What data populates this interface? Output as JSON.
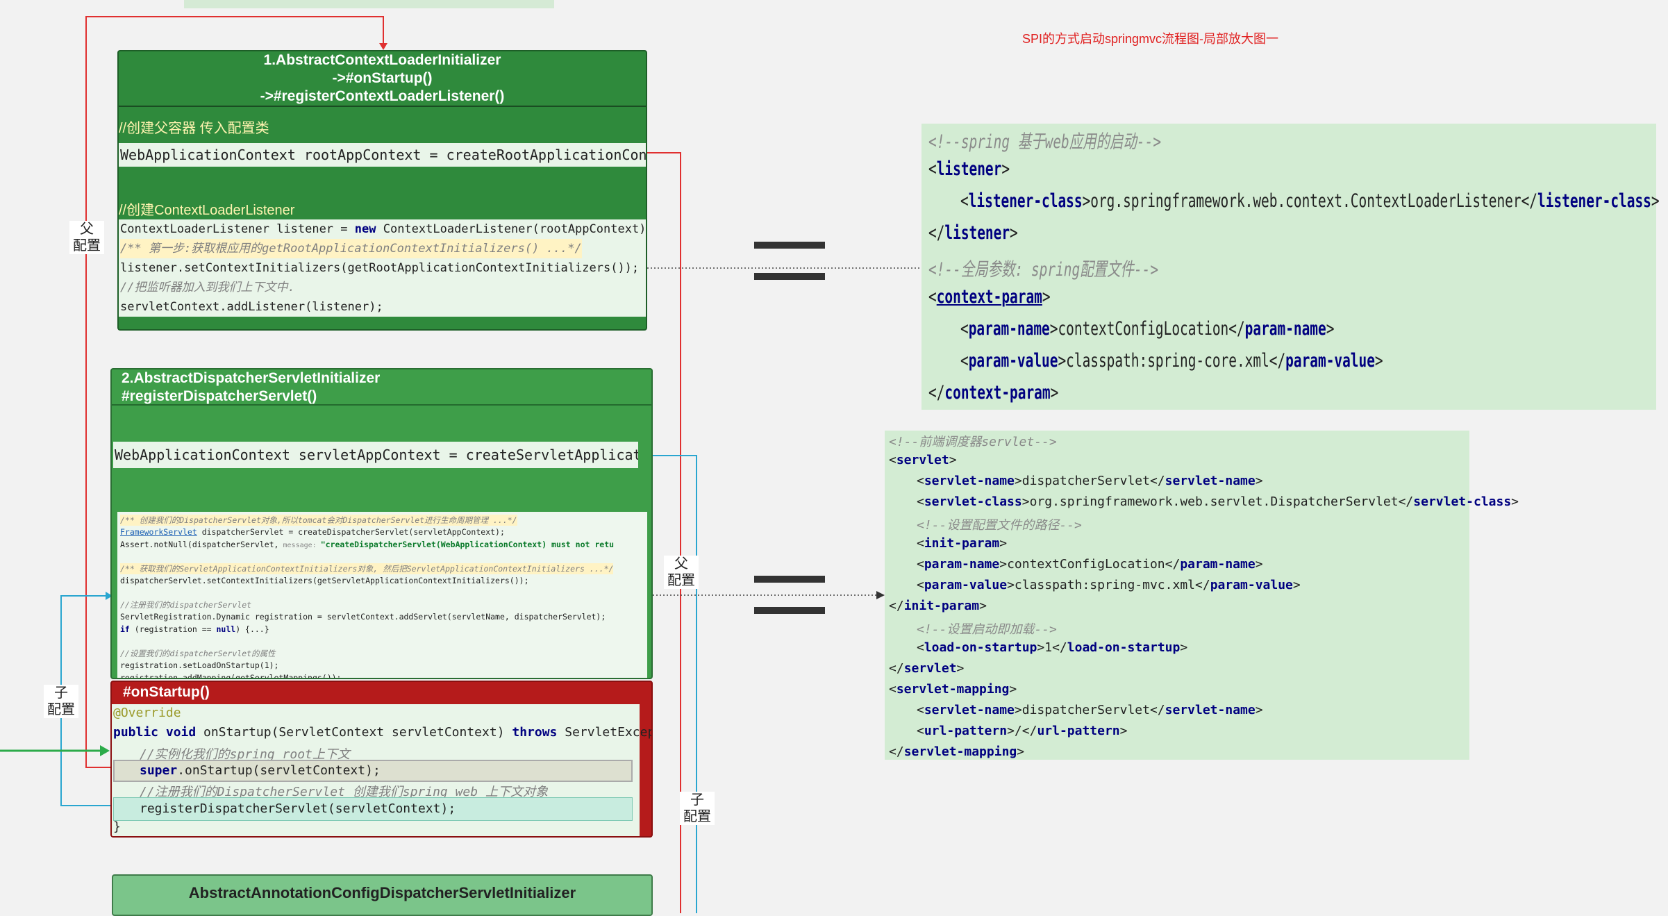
{
  "title": "SPI的方式启动springmvc流程图-局部放大图一",
  "box1": {
    "header": [
      "1.AbstractContextLoaderInitializer",
      "->#onStartup()",
      "->#registerContextLoaderListener()"
    ],
    "comment1": "//创建父容器 传入配置类",
    "code1": "WebApplicationContext rootAppContext = createRootApplicationContext();",
    "comment2": "//创建ContextLoaderListener",
    "lines": {
      "l1a": "ContextLoaderListener listener = ",
      "l1kw": "new",
      "l1b": " ContextLoaderListener(rootAppContext);",
      "l2": "/** 第一步:获取根应用的getRootApplicationContextInitializers() ...*/",
      "l3": "listener.setContextInitializers(getRootApplicationContextInitializers());",
      "l4": "//把监听器加入到我们上下文中.",
      "l5": "servletContext.addListener(listener);"
    }
  },
  "box2": {
    "header": [
      "2.AbstractDispatcherServletInitializer",
      "#registerDispatcherServlet()"
    ],
    "code1": "WebApplicationContext servletAppContext = createServletApplicationContext();",
    "lines": {
      "s1": "/** 创建我们的DispatcherServlet对象,所以tomcat会对DispatcherServlet进行生命周期管理 ...*/",
      "s2a": "FrameworkServlet",
      "s2b": " dispatcherServlet = createDispatcherServlet(servletAppContext);",
      "s3a": "Assert.notNull(dispatcherServlet,",
      "s3m": " message: ",
      "s3b": "\"createDispatcherServlet(WebApplicationContext) must not retu",
      "s4": "/** 获取我们的ServletApplicationContextInitializers对象, 然后把ServletApplicationContextInitializers ...*/",
      "s5": "dispatcherServlet.setContextInitializers(getServletApplicationContextInitializers());",
      "s6": "//注册我们的dispatcherServlet",
      "s7": "ServletRegistration.Dynamic registration = servletContext.addServlet(servletName, dispatcherServlet);",
      "s8a": "if",
      "s8b": " (registration == ",
      "s8c": "null",
      "s8d": ") {...}",
      "s9": "//设置我们的dispatcherServlet的属性",
      "s10": "registration.setLoadOnStartup(1);",
      "s11": "registration.addMapping(getServletMappings());"
    }
  },
  "box3": {
    "header": "#onStartup()",
    "lines": {
      "o1": "@Override",
      "o2a": "public void",
      "o2b": " onStartup(ServletContext servletContext) ",
      "o2c": "throws",
      "o2d": " ServletException {",
      "o3": "//实例化我们的spring root上下文",
      "o4a": "super",
      "o4b": ".onStartup(servletContext);",
      "o5": "//注册我们的DispatcherServlet   创建我们spring web 上下文对象",
      "o6": "registerDispatcherServlet(servletContext);",
      "o7": "}"
    }
  },
  "box4": {
    "header": "AbstractAnnotationConfigDispatcherServletInitializer"
  },
  "labels": {
    "parent1": [
      "父",
      "配置"
    ],
    "parent2": [
      "父",
      "配置"
    ],
    "child1": [
      "子",
      "配置"
    ],
    "child2": [
      "子",
      "配置"
    ]
  },
  "xml1": {
    "c1": "<!--spring 基于web应用的启动-->",
    "listener_open_a": "<",
    "listener": "listener",
    "gt": ">",
    "lt": "<",
    "lts": "</",
    "listener_class": "listener-class",
    "listener_class_value": "org.springframework.web.context.ContextLoaderListener",
    "c2": "<!--全局参数: spring配置文件-->",
    "context_param": "context-param",
    "param_name": "param-name",
    "param_name_value": "contextConfigLocation",
    "param_value": "param-value",
    "param_value_value": "classpath:spring-core.xml"
  },
  "xml2": {
    "c1": "<!--前端调度器servlet-->",
    "servlet": "servlet",
    "servlet_name": "servlet-name",
    "servlet_name_value": "dispatcherServlet",
    "servlet_class": "servlet-class",
    "servlet_class_value": "org.springframework.web.servlet.DispatcherServlet",
    "c2": "<!--设置配置文件的路径-->",
    "init_param": "init-param",
    "param_name": "param-name",
    "param_name_value": "contextConfigLocation",
    "param_value": "param-value",
    "param_value_value": "classpath:spring-mvc.xml",
    "c3": "<!--设置启动即加载-->",
    "load_on_startup": "load-on-startup",
    "load_on_startup_value": "1",
    "servlet_mapping": "servlet-mapping",
    "url_pattern": "url-pattern",
    "url_pattern_value": "/"
  },
  "colors": {
    "title": "#e02020",
    "header_green": "#2f8a3c",
    "onstartup_red": "#b51b1b",
    "xml_bg": "#d3ecd3",
    "line_red": "#e03030",
    "line_blue": "#2aa6d0"
  }
}
